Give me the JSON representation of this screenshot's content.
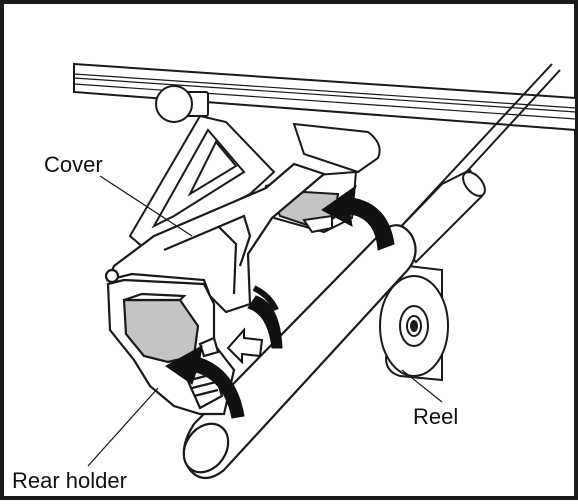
{
  "labels": {
    "cover": "Cover",
    "reel": "Reel",
    "rear_holder": "Rear holder"
  },
  "colors": {
    "line": "#1a1a1a",
    "pad_fill": "#c4c4c4",
    "body_fill": "#ffffff",
    "arrow": "#111111"
  },
  "icons": {
    "rotate_arrow": "curved-arrow-icon",
    "push_arrow": "hollow-arrow-icon"
  }
}
